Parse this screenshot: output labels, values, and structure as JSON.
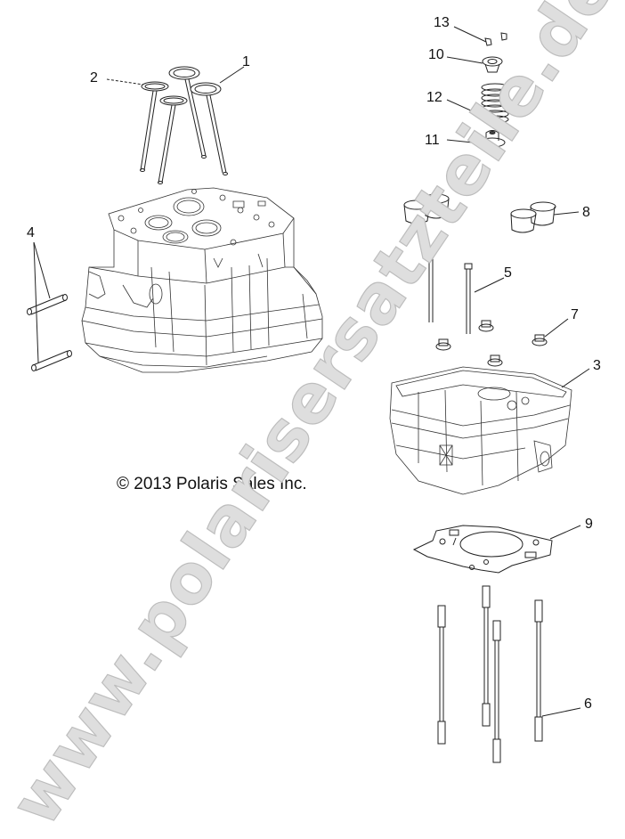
{
  "diagram": {
    "type": "exploded-parts-diagram",
    "subject": "Cylinder head assembly",
    "copyright": "© 2013 Polaris Sales Inc.",
    "watermark": "www.polarisersatzteile.de",
    "callouts": [
      {
        "id": "1",
        "label": "1",
        "part": "valve (exhaust)"
      },
      {
        "id": "2",
        "label": "2",
        "part": "valve (intake)"
      },
      {
        "id": "3",
        "label": "3",
        "part": "camshaft carrier / cylinder head cover"
      },
      {
        "id": "4",
        "label": "4",
        "part": "dowel pins"
      },
      {
        "id": "5",
        "label": "5",
        "part": "bolts"
      },
      {
        "id": "6",
        "label": "6",
        "part": "studs"
      },
      {
        "id": "7",
        "label": "7",
        "part": "flange nuts"
      },
      {
        "id": "8",
        "label": "8",
        "part": "valve lifters / buckets"
      },
      {
        "id": "9",
        "label": "9",
        "part": "head gasket"
      },
      {
        "id": "10",
        "label": "10",
        "part": "valve spring retainer"
      },
      {
        "id": "11",
        "label": "11",
        "part": "valve stem seal / spring seat"
      },
      {
        "id": "12",
        "label": "12",
        "part": "valve spring"
      },
      {
        "id": "13",
        "label": "13",
        "part": "valve keepers"
      }
    ]
  }
}
